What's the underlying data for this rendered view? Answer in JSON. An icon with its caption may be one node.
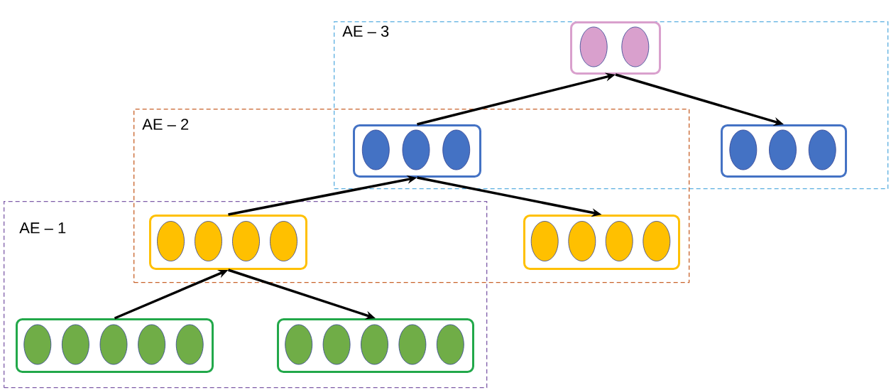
{
  "diagram": {
    "nodes": [
      {
        "text": [
          "AE – 3"
        ]
      },
      {
        "text": [],
        "shape": "box",
        "in": 0
      },
      {
        "text": [],
        "shape": "box",
        "in": 0
      },
      {
        "text": [
          "AE – 2"
        ]
      },
      {
        "text": [],
        "shape": "box"
      },
      {
        "text": [],
        "shape": "box",
        "in": 3
      },
      {
        "text": [
          "AE – 1"
        ]
      },
      {
        "text": [],
        "shape": "box"
      },
      {
        "text": [],
        "shape": "box",
        "in": 6
      },
      {
        "text": [],
        "shape": "box",
        "in": 6
      }
    ],
    "edges": [
      {
        "from": 8,
        "to": 7,
        "arrow": "to"
      },
      {
        "from": 7,
        "to": 9,
        "arrow": "to"
      },
      {
        "from": 7,
        "to": 4,
        "arrow": "to"
      },
      {
        "from": 4,
        "to": 5,
        "arrow": "to"
      },
      {
        "from": 4,
        "to": 1,
        "arrow": "to"
      },
      {
        "from": 1,
        "to": 2,
        "arrow": "to"
      }
    ]
  }
}
